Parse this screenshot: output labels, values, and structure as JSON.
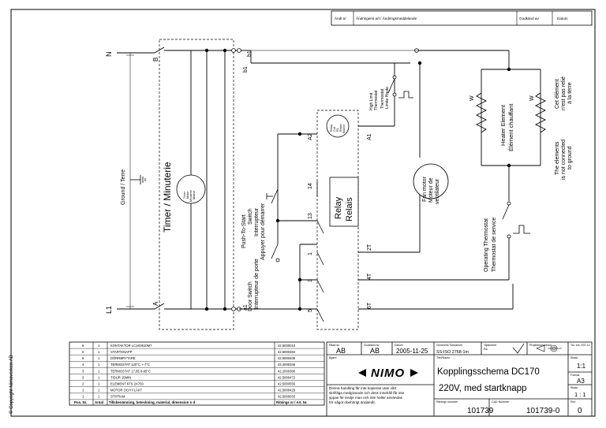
{
  "revision_header": {
    "rev": "Ändr.nr",
    "change": "Ändringens art / Ändringsmeddelande",
    "approved": "Godkänd av",
    "date": "Datum"
  },
  "terminals": {
    "n": "N",
    "b": "B",
    "l1": "L1",
    "a": "A",
    "b1": "b1",
    "a1": "a1"
  },
  "ground_label": "Ground / Terre",
  "timer": {
    "title": "Timer / Minuterie",
    "motor": [
      "Timer",
      "Motor",
      "Minuterie",
      "Moteur"
    ]
  },
  "relay": {
    "title": [
      "Relay",
      "Relais"
    ],
    "coil": [
      "Relay",
      "Coil",
      "R1",
      "Relais",
      "Bobine",
      "R1"
    ],
    "pins": [
      "A2",
      "A1",
      "14",
      "13",
      "1",
      "2T",
      "3",
      "4T",
      "5",
      "6T"
    ]
  },
  "switches": {
    "push": [
      "Push-To-Start",
      "Switch",
      "Interrupteur",
      "Appuyer pour démarrer"
    ],
    "door": [
      "Door Switch",
      "Interrupteur de porte"
    ]
  },
  "high_limit": [
    "High Limit",
    "Thermostat",
    "Thermostat",
    "Limite Haute"
  ],
  "fan": [
    "Fan motor",
    "Moteur de",
    "ventilateur"
  ],
  "operating": [
    "Operating Thermostat",
    "Thermostat de service"
  ],
  "heater": {
    "w": "W",
    "label": [
      "Heater Element",
      "Élément chauffant"
    ]
  },
  "notes": {
    "fr": [
      "Cet élément",
      "n'est pas relié",
      "à la terre"
    ],
    "en": [
      "The elements",
      "is not connected",
      "to ground"
    ]
  },
  "copyright": "© Copyright Nimoverken AB",
  "bom": {
    "rows": [
      [
        "6",
        "1",
        "KONTAKTOR LC1K0610M7",
        "42.5000010"
      ],
      [
        "6",
        "1",
        "STARTKNAPP",
        "42.5000484"
      ],
      [
        "5",
        "1",
        "DÖRRBRYTARE",
        "42.5000405"
      ],
      [
        "4",
        "1",
        "TERMOSTAT 120°C +-7°C",
        "42.2000346"
      ],
      [
        "3",
        "1",
        "TERMOSTAT 17,85 0-85°C",
        "42.2000380"
      ],
      [
        "3",
        "1",
        "TIDUR 15MIN",
        "42.5000472"
      ],
      [
        "2",
        "1",
        "ELEMENT 6TS 2X750",
        "42.5000555"
      ],
      [
        "1",
        "1",
        "MOTOR OCH FLÄKT",
        "42.5000429"
      ],
      [
        "1",
        "1",
        "STIFRAM",
        "42.5000033"
      ]
    ],
    "header": [
      "Pos. Nr.",
      "Antal",
      "Tillsbenämning, beteckning, material, dimension o d",
      "Ritnings nr / Art. Nr."
    ]
  },
  "title_block": {
    "ritad_av_label": "Ritad av",
    "ritad_av": "AB",
    "godkand_av_label": "Godkänd av",
    "godkand_av": "AB",
    "datum_label": "Datum",
    "datum": "2005-11-25",
    "toleranser_label": "Generella Toleranser",
    "toleranser": "SS-ISO 2768-1m",
    "ytjamnhet_label": "Ytjämnhet",
    "ytjamnhet": "Ra",
    "projektion_label": "Projektionsmetod",
    "tol_enl_label": "Tol. enl. ISO 14",
    "agare_label": "Ägare",
    "titel_label": "Titel/Namn",
    "title1": "Kopplingsschema DC170",
    "title2": "220V, med startknapp",
    "logo": "NIMO",
    "disclaimer": [
      "Denna handling får inte kopieras utan vårt",
      "skriftliga medgivande och dess innehåll får inte",
      "yppas för tredje man och inte heller användas",
      "för något obehörigt ändamål."
    ],
    "ritnings_label": "Ritnings nummer",
    "ritnings": "101739",
    "cad_label": "CAD Nummer",
    "cad": "101739-0",
    "skala_label": "Skala",
    "skala": "1:1",
    "format_label": "Format",
    "format": "A3",
    "skala2_label": "Skala",
    "skala2": "1 : 1",
    "rev_label": "Rev",
    "rev": "0"
  }
}
